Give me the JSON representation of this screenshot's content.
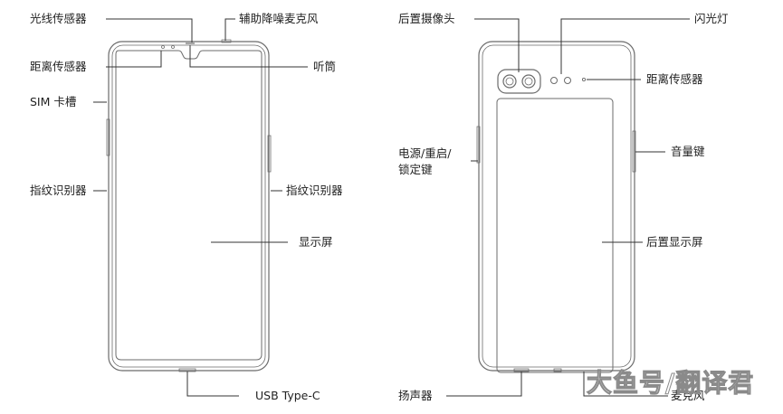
{
  "front": {
    "light_sensor": "光线传感器",
    "noise_mic": "辅助降噪麦克风",
    "proximity_sensor": "距离传感器",
    "earpiece": "听筒",
    "sim_slot": "SIM 卡槽",
    "fingerprint_left": "指纹识别器",
    "fingerprint_right": "指纹识别器",
    "display": "显示屏",
    "usb_port": "USB Type-C"
  },
  "back": {
    "rear_camera": "后置摄像头",
    "flash": "闪光灯",
    "proximity_sensor": "距离传感器",
    "power_button": "电源/重启/\n锁定键",
    "volume_keys": "音量键",
    "rear_display": "后置显示屏",
    "speaker": "扬声器",
    "microphone": "麦克风"
  },
  "watermark": "大鱼号/翻译君",
  "colors": {
    "line": "#333333",
    "outline": "#6b6b6b",
    "background": "#ffffff"
  }
}
